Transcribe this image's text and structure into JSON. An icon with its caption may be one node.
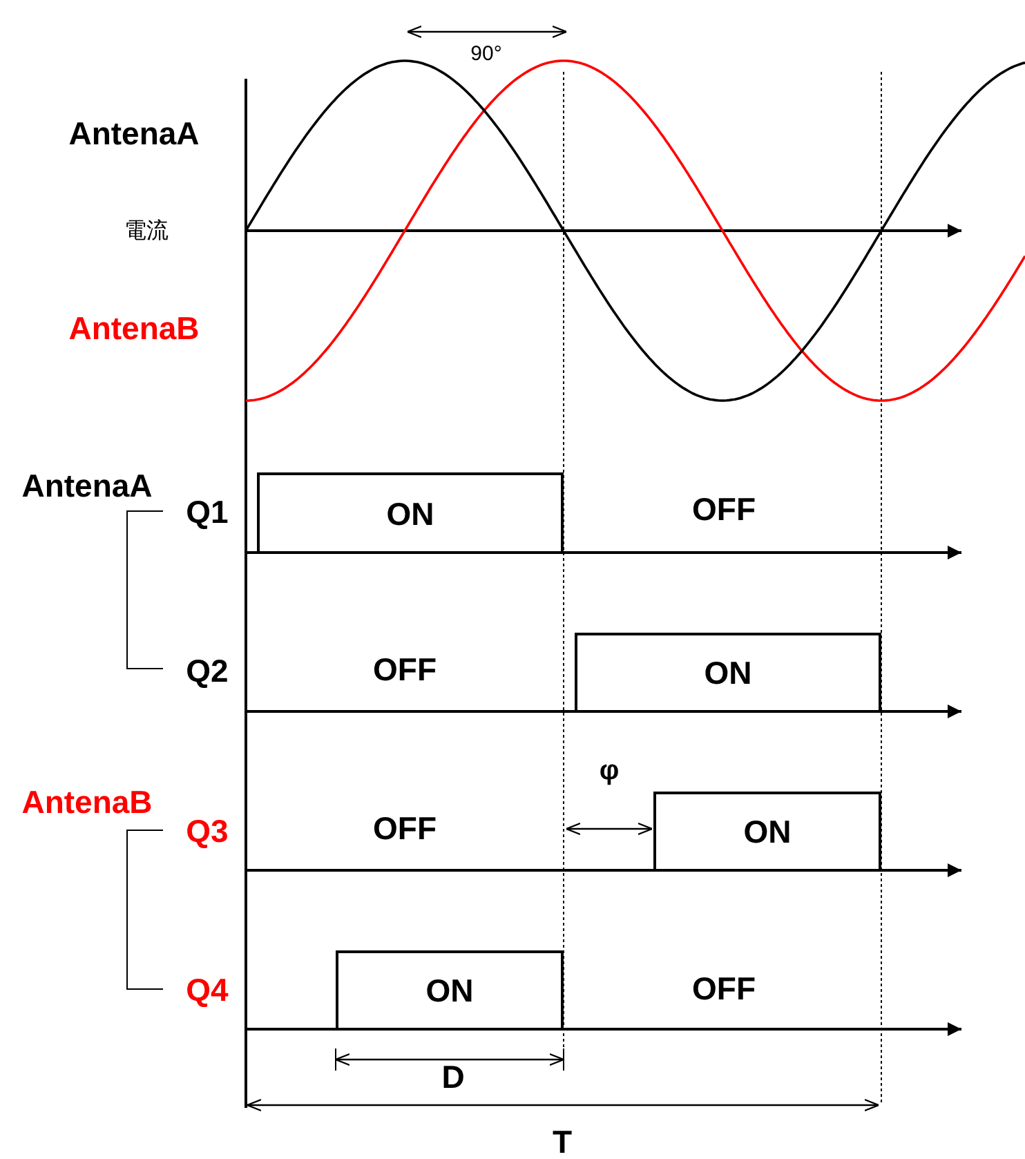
{
  "diagram": {
    "nodes": [
      {
        "text": [
          "ON"
        ]
      },
      {
        "text": [
          "ON"
        ]
      },
      {
        "text": [
          "ON"
        ]
      },
      {
        "text": [
          "ON"
        ]
      }
    ],
    "labels": [
      "90°",
      "AntenaA",
      "電流",
      "AntenaB",
      "AntenaA",
      "Q1",
      "OFF",
      "Q2",
      "OFF",
      "φ",
      "AntenaB",
      "Q3",
      "OFF",
      "Q4",
      "OFF",
      "D",
      "T"
    ]
  }
}
